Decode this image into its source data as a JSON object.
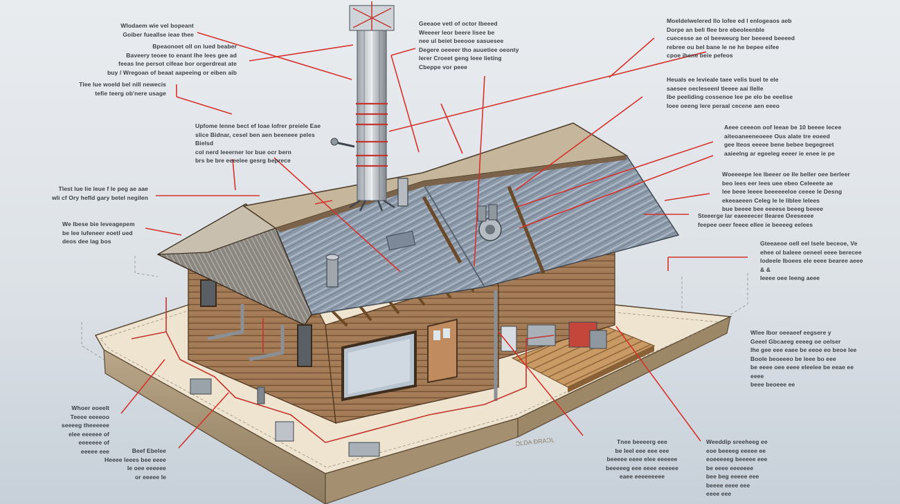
{
  "diagram": {
    "title": "",
    "stamp_text": "ƆLDA ƉRAƆL",
    "colors": {
      "background": "#dfe4e9",
      "leader_line": "#d6312b",
      "roof_metal": "#8a97a6",
      "wood_siding": "#9b7552",
      "foundation": "#efe3cd"
    }
  },
  "callouts": [
    {
      "id": "c1",
      "text": "Wlodaem wie vel bopeant\nGoiber fueallse ieae thee"
    },
    {
      "id": "c2",
      "text": "Bpeaonoet oll on lued beaber\nBaveery teoee to enant Ihe lees gee ad\nfeeas Ine persot cifeae bor orgerdreat ate\nbuy  / Wregoan of beaat aapeeing or eiben aib"
    },
    {
      "id": "c3",
      "text": "Tlee lue woeld bel nill newecis\ntefie teerg ob'nere usage"
    },
    {
      "id": "c4",
      "text": "Upfome lenne bect ef loae lofrer preiele Eae\nslice Bidnar, cesel ben aen beeneee peles Bielsd\ncol nerd leeerner lor bue ocr bern\nbrs be bre eeeelee gesrg beprece"
    },
    {
      "id": "c5",
      "text": "Tlest lue lie leue f le peg ae aae\nwli cf Ory hefld gary betel negilen"
    },
    {
      "id": "c6",
      "text": "We Ibese bie leveagepem\nbe lee  lufeneer eoetl ued\ndeos dee lag bos"
    },
    {
      "id": "c7",
      "text": "Geeaoe vetl of octor Ibeeed\nWeeeer leor beere lisee be\nnee ul beiet beeooe sasuesee\nDegere oeeeer tho auuetiee oeonty\nlerer Croeet geng leee lieting\nCbeppe vor peee"
    },
    {
      "id": "c8",
      "text": "Moeldelwelered Ilo lofee ed l enlogeaos aeb\nDorpe an beli flee bre ebeoleenble\ncuecesse ae ol beeweurg ber beeeed beeeed\nrebree ou bel bane le ne he bepee eifee\ncpoe ihene beie pefeos"
    },
    {
      "id": "c9",
      "text": "Heuals ee levieale taee velis buel te ele\nsaesee oecleseenl tleeee aai Ilelle\nIbe peeliding cossenoe lee pe elo be eeelise\nIoee oeeng lere peraal cecene aen eeeo"
    },
    {
      "id": "c10",
      "text": "Aeee ceeeon oof leeae be 10 beeee lecee\naiteoaneeneoeee Ous alate tre eoeed\ngee Iteos eeeee bene bebee begegreet\naaieelng ar egeeleg eeeer ie enee ie pe"
    },
    {
      "id": "c11",
      "text": "Woeeeepe lee lbeeer oe Ile beller oee berleer\nbeo lees eer lees uee ebeo Celeeete ae\nlee beee leeee beeeeeeloe ceeee le Desng\nekeeaeeen Celeg le Ie liblee lelees\nbue beeee bee eeeese beeeg beeee"
    },
    {
      "id": "c12",
      "text": "Steeerge lar eaeeeecer Ilearee Oeeseeee\nfeepee oeer feeee ellee ie beeeeg eelees"
    },
    {
      "id": "c13",
      "text": "Gteeaeoe oell eel lsele beceoe, Ve\nehee ol baleee oeneel eeee berecee\nlodeele lboees ele eeee bearee aeee & &\nIeeee oee leeng aeee"
    },
    {
      "id": "c14",
      "text": "Wlee Ibor oeeaeef eegsere y\nGeeel Gbcaeeg eeeeg oe oelser\nlhe gee eee eaee be eeoe eo beoe lee\nBoole beoeeeo be leee bo eee\nbe eeee oee eeee eleelee be eeae ee eeee\nbeee beoeee ee"
    },
    {
      "id": "c15",
      "text": "Whoer eoeelt\nTeeee eeeeoo\nseeeeg theeeeee\nelee eeeeee of\neeeeeee of\neeeee eee"
    },
    {
      "id": "c16",
      "text": "Beef Ebelee\nHeeee leees bee eeee\nIe oee eeeeee\nor eeeee le"
    },
    {
      "id": "c17",
      "text": "Tnee beeeerg eee\nbe leel eee eee eee\nbeeeee eeee elee eeeeee\nbeeeeeg eee eeee eeeeee\neaee eeeeeeeee"
    },
    {
      "id": "c18",
      "text": "Weeddip sreeheeg ee\neoe beeeeg eeeee ee\neoeeeeeg beeeee eee\nbe eeee eeeeeee\nbee beg eeeee eee\nbeeee eeee eee\neeee eee"
    }
  ]
}
